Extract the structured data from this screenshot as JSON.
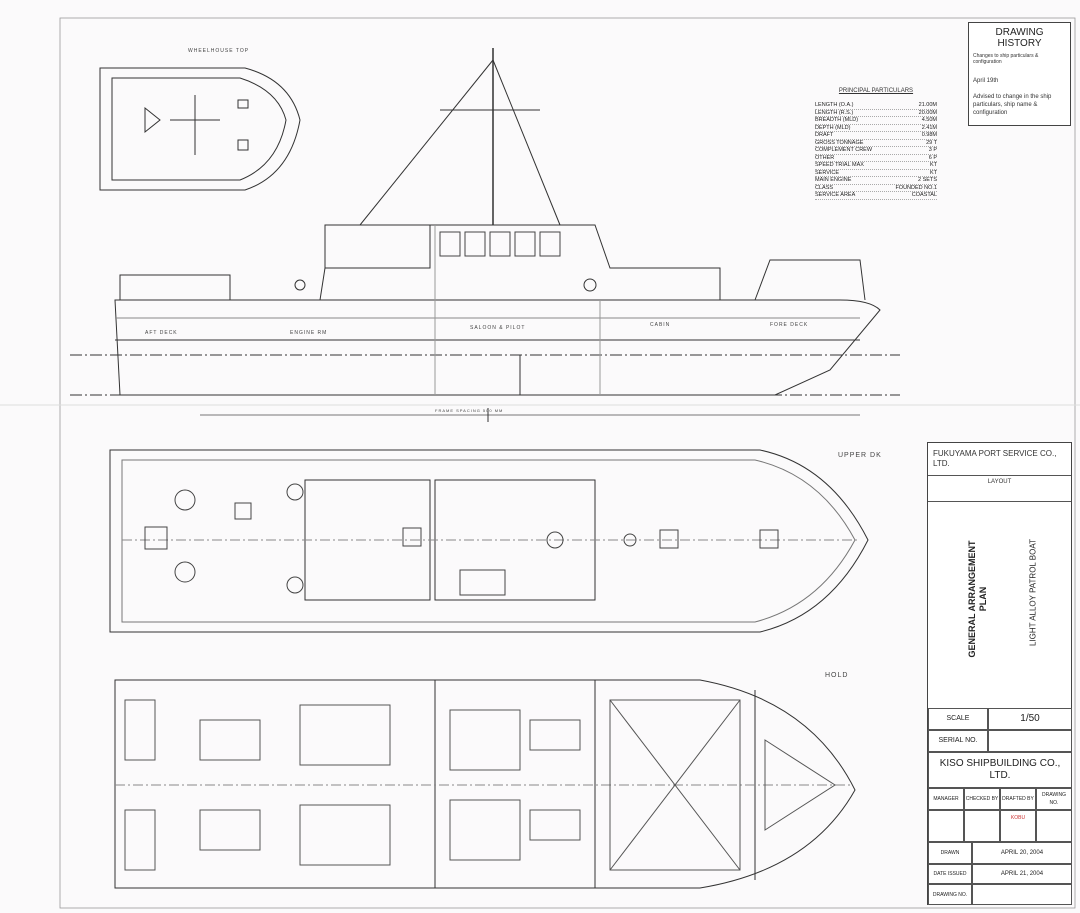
{
  "drawing_history": {
    "title": "DRAWING HISTORY",
    "note_small": "Changes to ship particulars & configuration",
    "date": "April 19th",
    "note": "Advised to change in the ship particulars, ship name & configuration"
  },
  "particulars": {
    "title": "PRINCIPAL PARTICULARS",
    "rows": [
      {
        "label": "LENGTH (O.A.)",
        "value": "21.00M"
      },
      {
        "label": "LENGTH (R.S.)",
        "value": "20.00M"
      },
      {
        "label": "BREADTH (MLD)",
        "value": "4.50M"
      },
      {
        "label": "DEPTH (MLD)",
        "value": "2.41M"
      },
      {
        "label": "DRAFT",
        "value": "0.98M"
      },
      {
        "label": "GROSS TONNAGE",
        "value": "29 T"
      },
      {
        "label": "COMPLEMENT CREW",
        "value": "3 P"
      },
      {
        "label": "OTHER",
        "value": "6 P"
      },
      {
        "label": "SPEED TRIAL MAX",
        "value": "KT"
      },
      {
        "label": "SERVICE",
        "value": "KT"
      },
      {
        "label": "MAIN ENGINE",
        "value": "2 SETS"
      },
      {
        "label": "CLASS",
        "value": "FOUNDED NO.1"
      },
      {
        "label": "SERVICE AREA",
        "value": "COASTAL"
      }
    ]
  },
  "views": {
    "inset": "WHEELHOUSE TOP",
    "upper_deck": "UPPER DK",
    "hold": "HOLD",
    "profile_labels": [
      "AFT DECK",
      "ENGINE RM",
      "SALOON & PILOT",
      "CABIN",
      "FORE DECK"
    ],
    "baseline_note": "FRAME SPACING 500 MM"
  },
  "title_block": {
    "owner": "FUKUYAMA PORT SERVICE CO., LTD.",
    "layout_label": "LAYOUT",
    "drawing_title": "GENERAL ARRANGEMENT PLAN",
    "vessel": "LIGHT ALLOY PATROL BOAT",
    "scale_label": "SCALE",
    "scale_value": "1/50",
    "serial_label": "SERIAL NO.",
    "builder": "KISO SHIPBUILDING CO., LTD.",
    "roles": [
      "MANAGER",
      "CHECKED BY",
      "DRAFTED BY",
      "DRAWING NO."
    ],
    "drafter_stamp": "KOBU",
    "drawn_label": "DRAWN",
    "drawn_date": "APRIL 20, 2004",
    "issued_label": "DATE ISSUED",
    "issued_date": "APRIL 21, 2004",
    "drawing_no_label": "DRAWING NO."
  }
}
